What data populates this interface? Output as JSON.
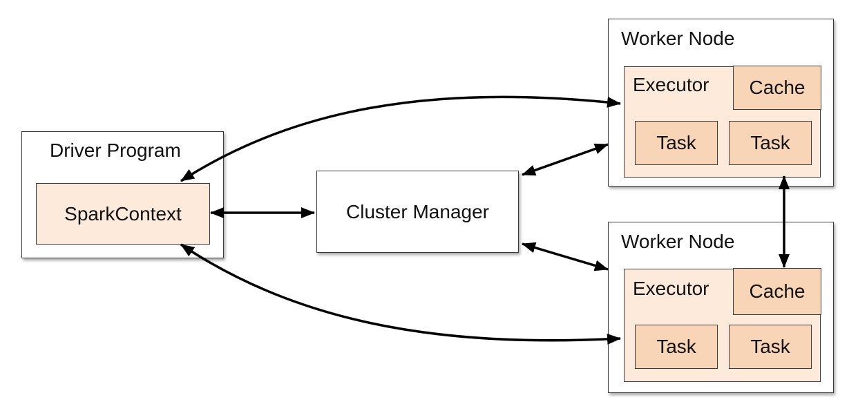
{
  "driver": {
    "title": "Driver Program",
    "spark_context": "SparkContext"
  },
  "cluster_manager": {
    "label": "Cluster Manager"
  },
  "workers": [
    {
      "title": "Worker Node",
      "executor": "Executor",
      "cache": "Cache",
      "tasks": [
        "Task",
        "Task"
      ]
    },
    {
      "title": "Worker Node",
      "executor": "Executor",
      "cache": "Cache",
      "tasks": [
        "Task",
        "Task"
      ]
    }
  ],
  "colors": {
    "light_fill": "#fdeadb",
    "dark_fill": "#f9d5b8",
    "stroke": "#3a3a3a",
    "arrow": "#000000"
  }
}
